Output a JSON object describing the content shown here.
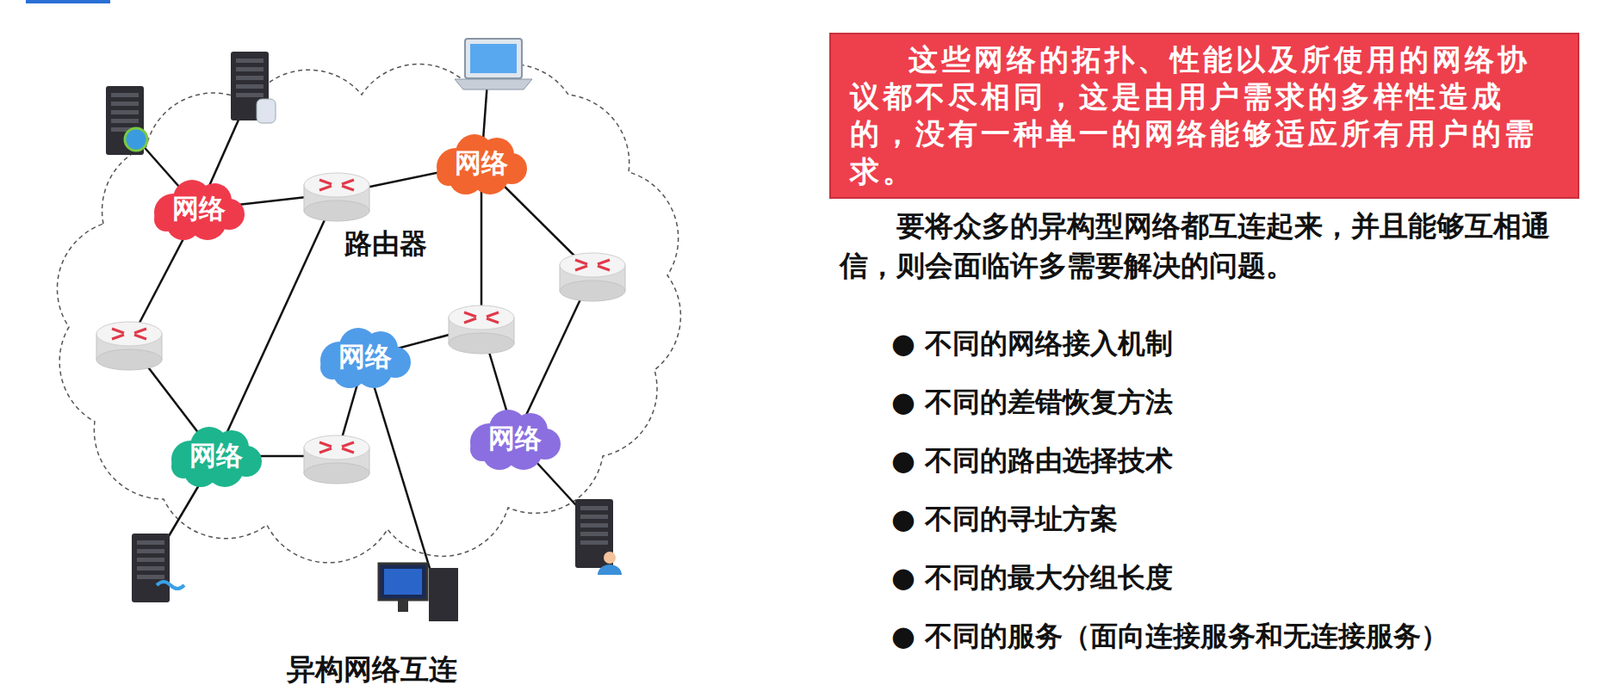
{
  "diagram": {
    "caption": "异构网络互连",
    "nodes": [
      {
        "text": [
          "网络"
        ]
      },
      {
        "text": [
          "网络"
        ]
      },
      {
        "text": [
          "网络"
        ]
      },
      {
        "text": [
          "网络"
        ]
      },
      {
        "text": [
          "网络"
        ]
      },
      {
        "text": [
          "这些网络的拓扑、性能以及所使用的网络协议都不尽相同，这是由用户需求的多样性造成的，没有一种单一的网络能够适应所有用户的需求。"
        ]
      }
    ],
    "labels": [
      "路由器",
      "要将众多的异构型网络都互连起来，并且能够互相通信，则会面临许多需要解决的问题。",
      "● 不同的网络接入机制",
      "● 不同的差错恢复方法",
      "● 不同的路由选择技术",
      "● 不同的寻址方案",
      "● 不同的最大分组长度",
      "● 不同的服务（面向连接服务和无连接服务）"
    ]
  }
}
